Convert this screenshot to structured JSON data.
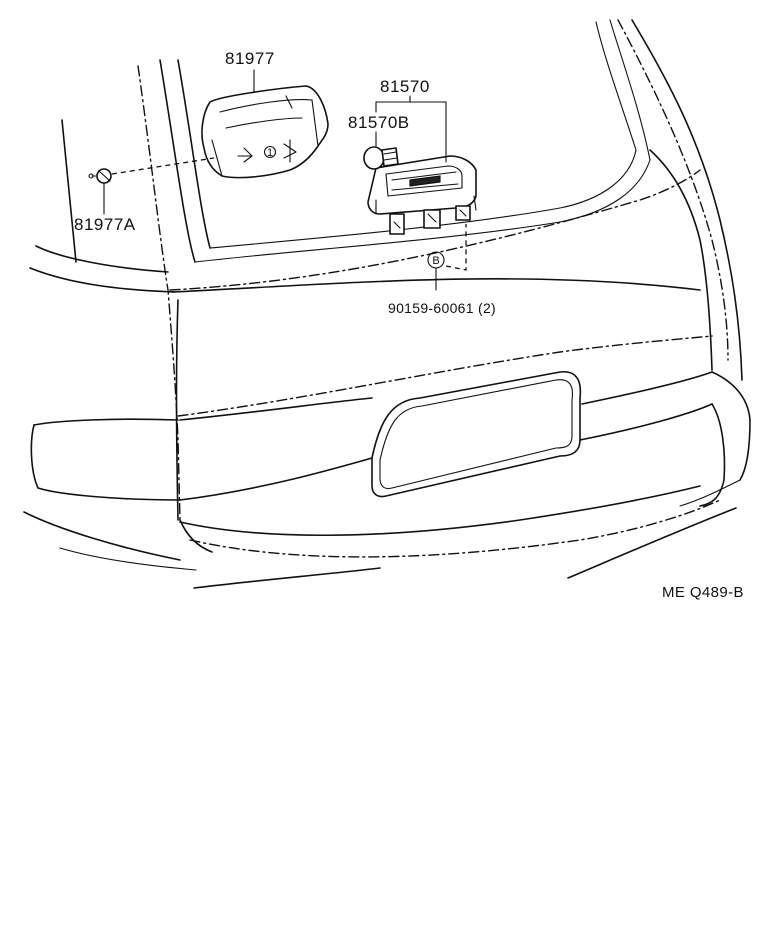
{
  "diagram": {
    "labels": {
      "part_81977": "81977",
      "part_81977A": "81977A",
      "part_81570": "81570",
      "part_81570B": "81570B",
      "part_bolt": "90159-60061 (2)",
      "marker_b": "B",
      "ref_code": "ME Q489-B"
    }
  }
}
